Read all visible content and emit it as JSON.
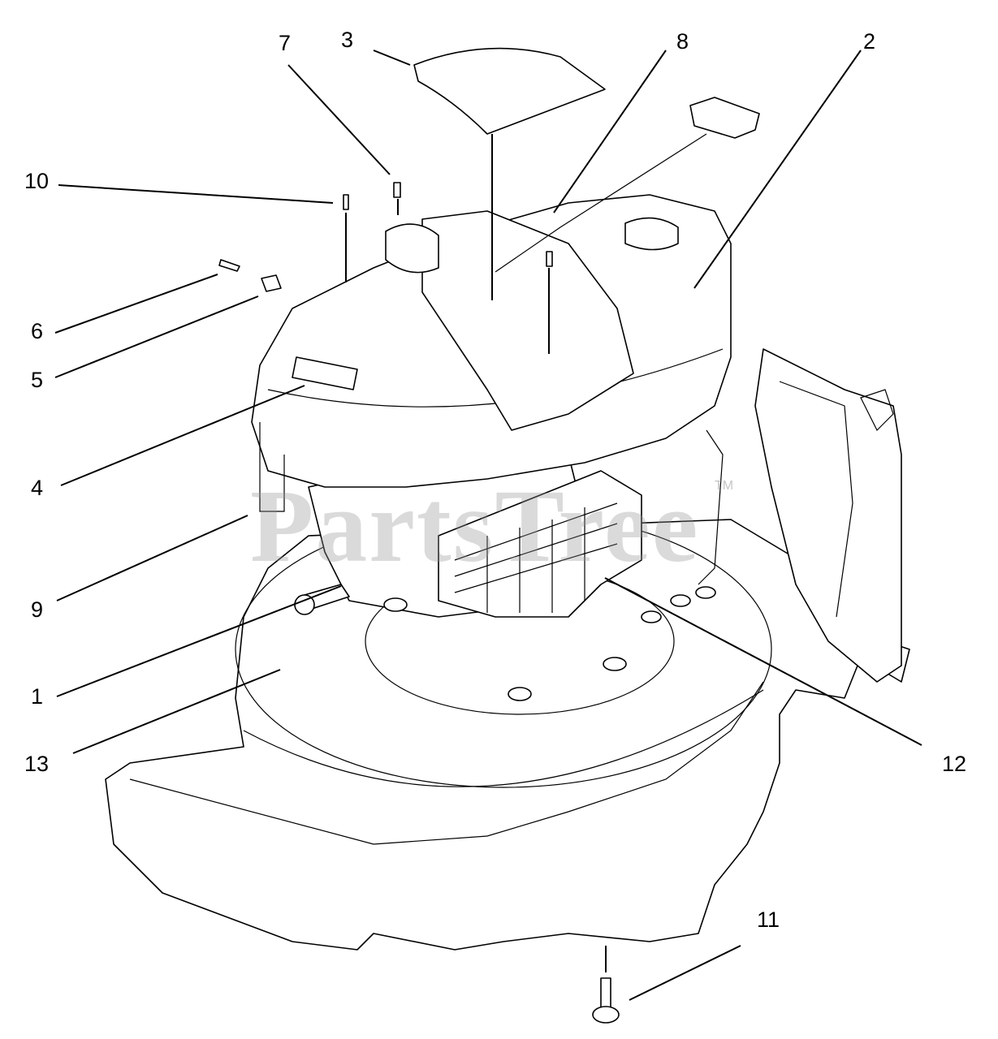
{
  "watermark": {
    "brand": "PartsTree",
    "tm": "TM"
  },
  "callouts": [
    {
      "id": "c1",
      "label": "1"
    },
    {
      "id": "c2",
      "label": "2"
    },
    {
      "id": "c3",
      "label": "3"
    },
    {
      "id": "c4",
      "label": "4"
    },
    {
      "id": "c5",
      "label": "5"
    },
    {
      "id": "c6",
      "label": "6"
    },
    {
      "id": "c7",
      "label": "7"
    },
    {
      "id": "c8",
      "label": "8"
    },
    {
      "id": "c9",
      "label": "9"
    },
    {
      "id": "c10",
      "label": "10"
    },
    {
      "id": "c11",
      "label": "11"
    },
    {
      "id": "c12",
      "label": "12"
    },
    {
      "id": "c13",
      "label": "13"
    }
  ],
  "colors": {
    "line": "#000000",
    "background": "#ffffff",
    "watermark": "#969696"
  }
}
